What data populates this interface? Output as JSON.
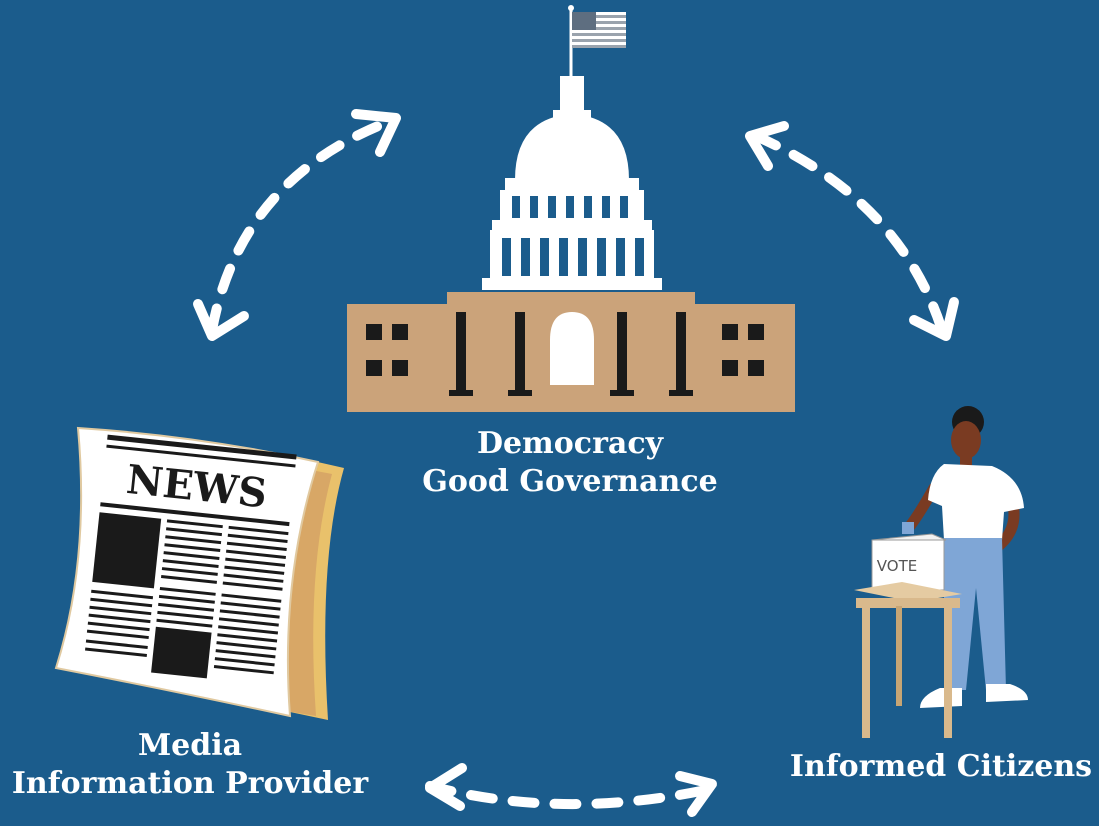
{
  "nodes": {
    "government": {
      "line1": "Democracy",
      "line2": "Good Governance"
    },
    "media": {
      "line1": "Media",
      "line2": "Information Provider"
    },
    "citizens": {
      "line1": "Informed Citizens"
    }
  },
  "newspaper": {
    "masthead": "NEWS"
  },
  "ballot_box": {
    "label": "VOTE"
  },
  "colors": {
    "background": "#1b5c8c",
    "building": "#cba37a",
    "white": "#ffffff",
    "dark": "#1a1a1a",
    "paper_edge": "#e9c16b",
    "jeans": "#7fa6d6",
    "skin": "#7a3b22",
    "table": "#d9b98c"
  },
  "icons": [
    "capitol-icon",
    "flag-icon",
    "newspaper-icon",
    "voter-icon",
    "ballot-box-icon"
  ]
}
